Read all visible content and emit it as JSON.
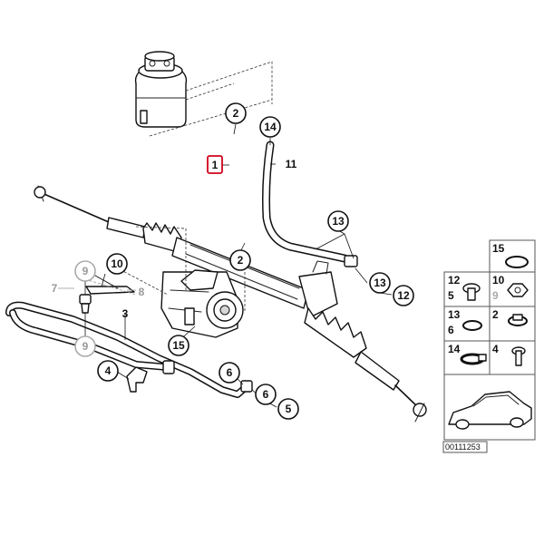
{
  "callouts": {
    "c1": "1",
    "c2a": "2",
    "c2b": "2",
    "c3": "3",
    "c4": "4",
    "c5": "5",
    "c6a": "6",
    "c6b": "6",
    "c7": "7",
    "c8": "8",
    "c9a": "9",
    "c9b": "9",
    "c10": "10",
    "c11": "11",
    "c12": "12",
    "c13a": "13",
    "c13b": "13",
    "c14": "14",
    "c15": "15"
  },
  "legend": {
    "r1": [
      "15"
    ],
    "r2": [
      "12",
      "5",
      "10",
      "9"
    ],
    "r3": [
      "13",
      "6",
      "2"
    ],
    "r4": [
      "14",
      "4"
    ]
  },
  "reference": "00111253",
  "colors": {
    "highlight": "#d0021b",
    "ink": "#111111",
    "grey": "#999999"
  }
}
